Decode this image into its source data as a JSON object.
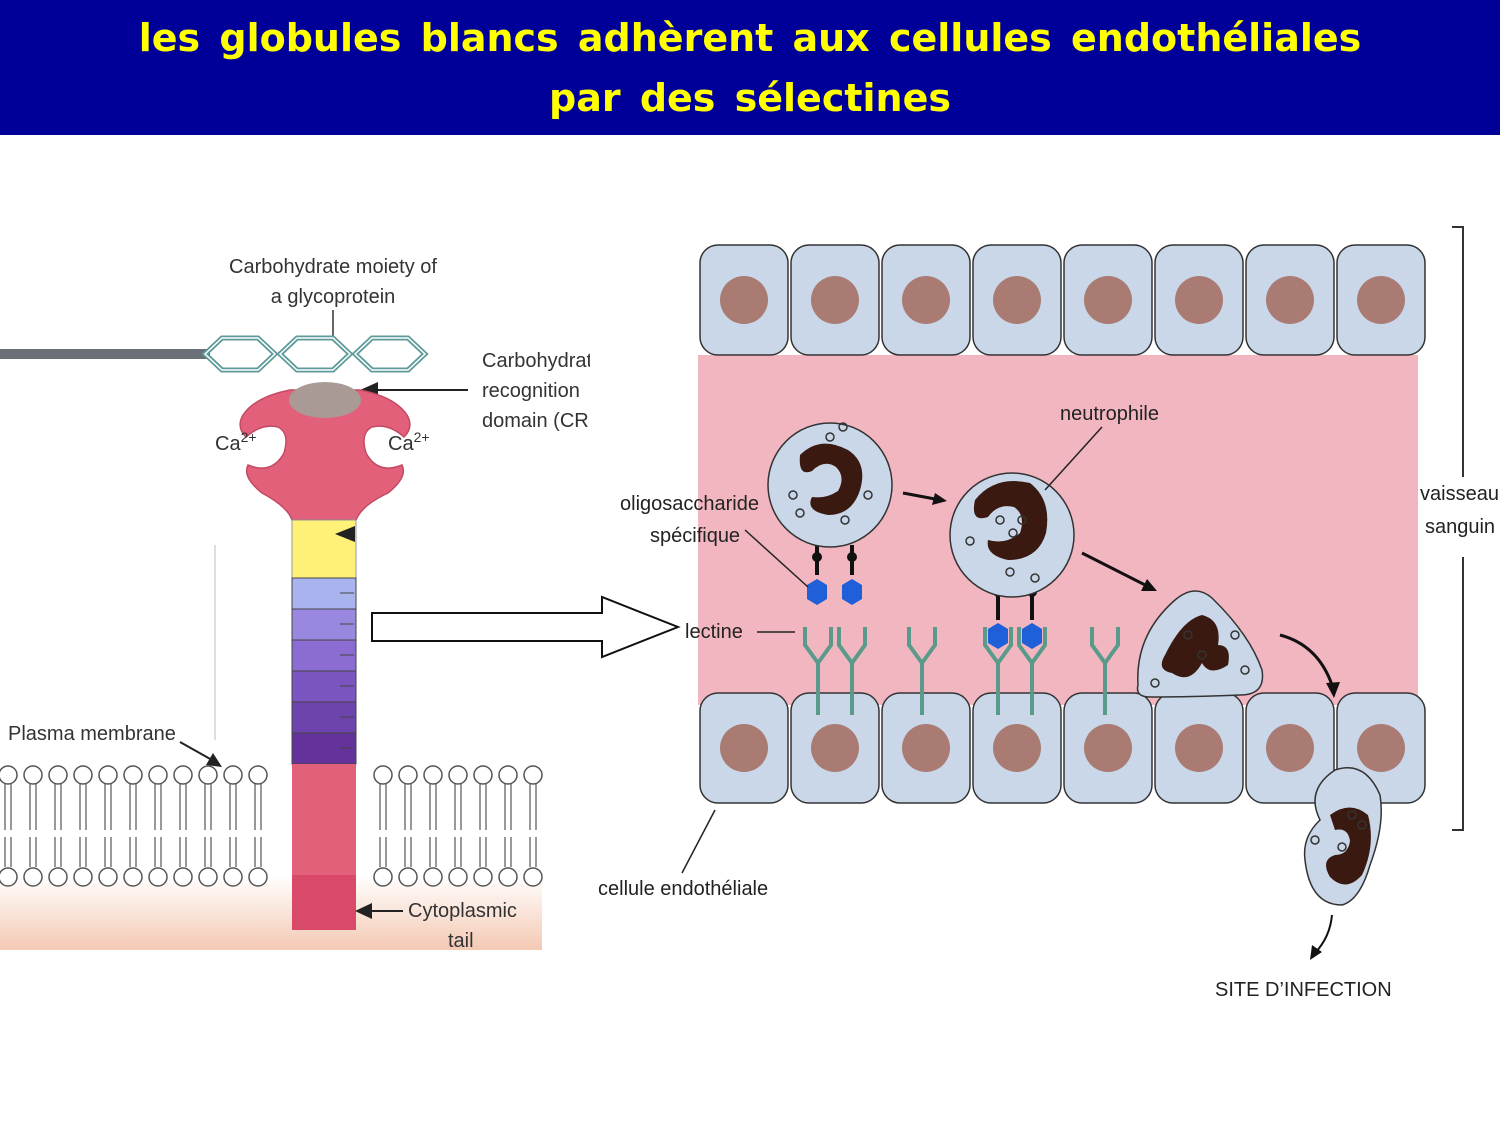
{
  "title": {
    "line1": "les  globules  blancs  adhèrent  aux  cellules  endothéliales",
    "line2": "par  des  sélectines"
  },
  "left_diagram": {
    "label_carbohydrate_moiety_1": "Carbohydrate moiety of",
    "label_carbohydrate_moiety_2": "a glycoprotein",
    "label_crd_1": "Carbohydrat",
    "label_crd_2": "recognition",
    "label_crd_3": "domain (CR",
    "label_ca_left": "Ca",
    "label_ca_right": "Ca",
    "label_ca_sup": "2+",
    "label_plasma_membrane": "Plasma membrane",
    "label_cytoplasmic_1": "Cytoplasmic",
    "label_cytoplasmic_2": "tail"
  },
  "right_diagram": {
    "label_neutrophile": "neutrophile",
    "label_oligo_1": "oligosaccharide",
    "label_oligo_2": "spécifique",
    "label_lectine": "lectine",
    "label_vaisseau_1": "vaisseau",
    "label_vaisseau_2": "sanguin",
    "label_endothelial": "cellule endothéliale",
    "label_site": "SITE D’INFECTION"
  },
  "colors": {
    "title_bg": "#000099",
    "title_text": "#ffff00",
    "vessel_lumen": "#f2b6c1",
    "cell_fill": "#c9d7e8",
    "nucleus": "#a97b72",
    "lectin": "#5a9a8a",
    "oligo": "#1f5fd8",
    "neutro_nucleus": "#3a1a10"
  }
}
